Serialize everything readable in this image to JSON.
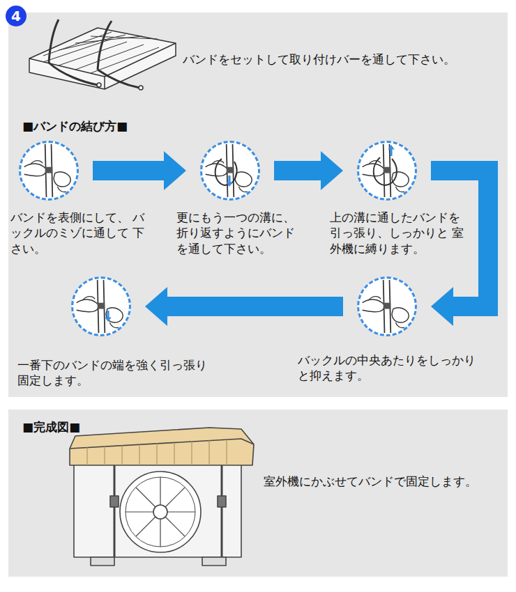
{
  "diagram": {
    "nodes": [
      {
        "text": [
          "バンドをセットして取り付けバーを通して下さい。",
          "■バンドの結び方■"
        ]
      },
      {
        "text": [
          "4"
        ],
        "in": 0
      },
      {
        "text": [
          "バンドを表側にして、 バックルのミゾに通して 下さい。"
        ],
        "in": 0
      },
      {
        "text": [
          "更にもう一つの溝に、 折り返すようにバンド を通して下さい。"
        ],
        "in": 0
      },
      {
        "text": [
          "上の溝に通したバンドを 引っ張り、しっかりと 室外機に縛ります。"
        ],
        "in": 0
      },
      {
        "text": [
          "バックルの中央あたりをしっかり と抑えます。"
        ],
        "in": 0
      },
      {
        "text": [
          "一番下のバンドの端を強く引っ張り 固定します。"
        ],
        "in": 0
      },
      {
        "text": [
          "■完成図■",
          "室外機にかぶせてバンドで固定します。"
        ]
      }
    ],
    "edges": [
      {
        "from": 2,
        "to": 3,
        "arrow": "to"
      },
      {
        "from": 3,
        "to": 4,
        "arrow": "to"
      },
      {
        "from": 4,
        "to": 5,
        "arrow": "to"
      },
      {
        "from": 5,
        "to": 6,
        "arrow": "to"
      }
    ]
  }
}
